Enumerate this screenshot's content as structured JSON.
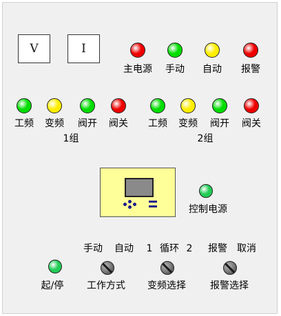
{
  "meters": [
    {
      "label": "V"
    },
    {
      "label": "I"
    }
  ],
  "status_lamps": [
    {
      "label": "主电源",
      "color": "#ee0000"
    },
    {
      "label": "手动",
      "color": "#00dd00"
    },
    {
      "label": "自动",
      "color": "#ffee00"
    },
    {
      "label": "报警",
      "color": "#ee0000"
    }
  ],
  "group1": {
    "label": "1组",
    "lamps": [
      {
        "label": "工频",
        "color": "#00dd00"
      },
      {
        "label": "变频",
        "color": "#ffee00"
      },
      {
        "label": "阀开",
        "color": "#00dd00"
      },
      {
        "label": "阀关",
        "color": "#ee0000"
      }
    ]
  },
  "group2": {
    "label": "2组",
    "lamps": [
      {
        "label": "工频",
        "color": "#00dd00"
      },
      {
        "label": "变频",
        "color": "#ffee00"
      },
      {
        "label": "阀开",
        "color": "#00dd00"
      },
      {
        "label": "阀关",
        "color": "#ee0000"
      }
    ]
  },
  "control_power": {
    "label": "控制电源",
    "color": "#22cc55"
  },
  "start_stop": {
    "label": "起/停",
    "color": "#22cc55"
  },
  "selectors": [
    {
      "top_left": "手动",
      "top_right": "自动",
      "label": "工作方式"
    },
    {
      "top_left": "1",
      "top_mid": "循环",
      "top_right": "2",
      "label": "变频选择"
    },
    {
      "top_left": "报警",
      "top_right": "取消",
      "label": "报警选择"
    }
  ]
}
